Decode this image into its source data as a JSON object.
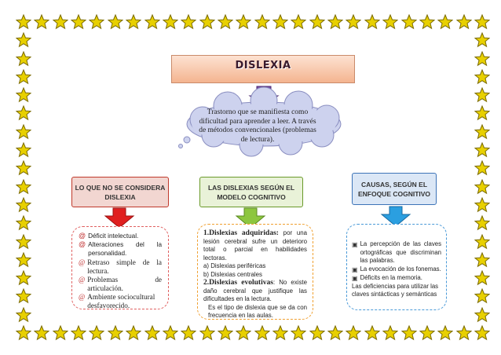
{
  "title": "DISLEXIA",
  "definition": "Trastorno que se manifiesta como dificultad para aprender a leer. A través de métodos convencionales (problemas de lectura).",
  "left": {
    "header": "LO QUE NO SE CONSIDERA DISLEXIA",
    "items": [
      "Déficit intelectual.",
      "Alteraciones del la personalidad.",
      "Retraso simple de la lectura.",
      "Problemas de articulación.",
      "Ambiente sociocultural desfavorecido."
    ]
  },
  "middle": {
    "header": "LAS DISLEXIAS SEGÚN EL MODELO COGNITIVO",
    "item1_title": "1.Dislexias adquiridas:",
    "item1_text": " por una lesión cerebral sufre un deterioro total o parcial en habilidades lectoras.",
    "sub_a": "a)  Dislexias periféricas",
    "sub_b": "b)  Dislexias centrales",
    "item2_title": "2.Dislexias evolutivas",
    "item2_text": ": No existe daño cerebral que justifique las dificultades en la lectura.",
    "item2_note": "Es el tipo de dislexia que se da con frecuencia en las aulas."
  },
  "right": {
    "header": "CAUSAS, SEGÚN EL ENFOQUE COGNITIVO",
    "items": [
      "La percepción de las claves ortográficas que discriminan las palabras.",
      "La evocación de los fonemas.",
      "Déficits en la memoria."
    ],
    "note": "Las deficiencias para utilizar las claves sintácticas y semánticas"
  },
  "colors": {
    "star_fill": "#e8d000",
    "star_stroke": "#7a6a00",
    "left_header_bg": "#f2d6d1",
    "left_header_border": "#c0392b",
    "left_arrow": "#e01f1f",
    "middle_header_bg": "#e9f2d8",
    "middle_header_border": "#6a9a2a",
    "middle_arrow": "#8dc63f",
    "right_header_bg": "#dbe7f6",
    "right_header_border": "#3d74b8",
    "right_arrow": "#2b9fe0",
    "left_box_border": "#e06060",
    "middle_box_border": "#f0a030",
    "right_box_border": "#4a9ad8",
    "cloud_fill": "#cdd2ee",
    "cloud_stroke": "#8a8ec0",
    "title_arrow": "#7a4aa8"
  },
  "icons": {
    "left_bullet": "at-sign-icon",
    "right_bullet": "checkbox-icon"
  }
}
